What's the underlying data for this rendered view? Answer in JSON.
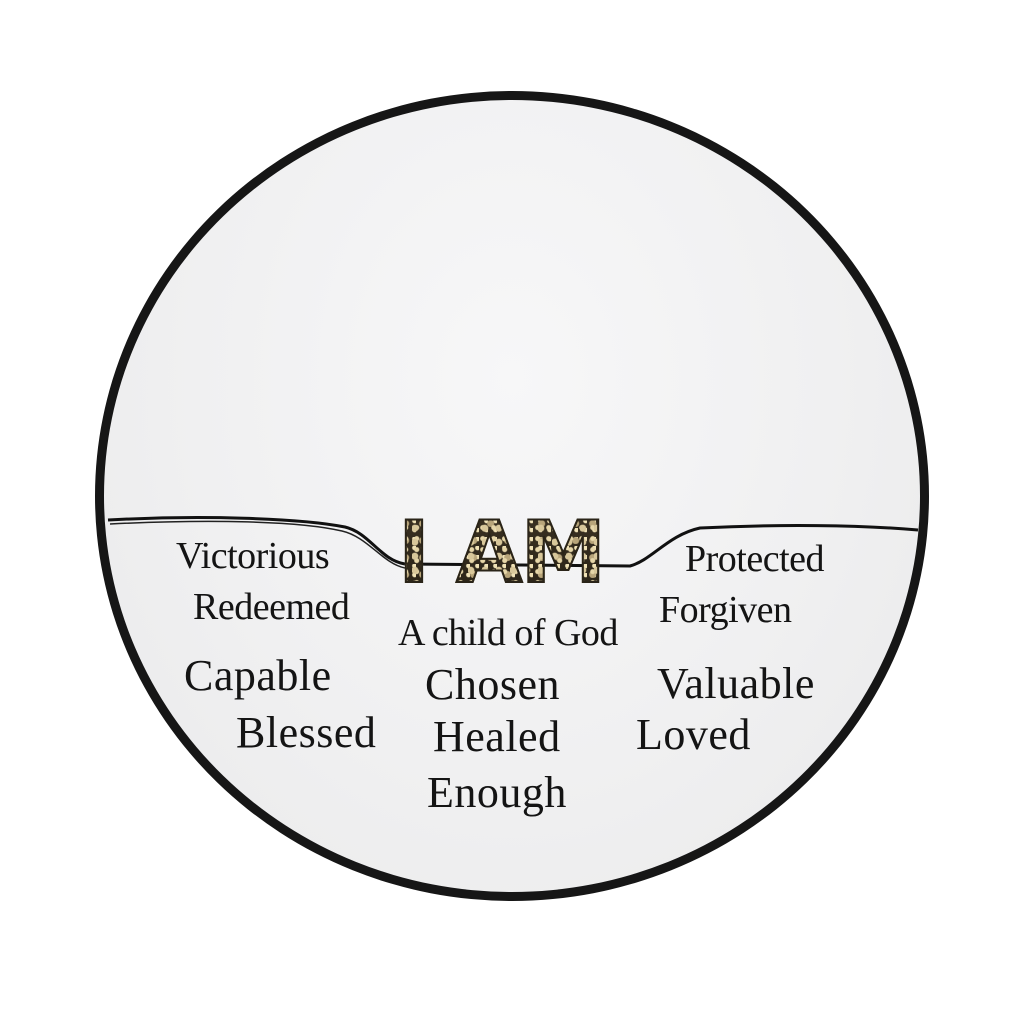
{
  "title": "I AM",
  "words": {
    "victorious": "Victorious",
    "redeemed": "Redeemed",
    "capable": "Capable",
    "blessed": "Blessed",
    "child_of_god": "A child of God",
    "chosen": "Chosen",
    "healed": "Healed",
    "enough": "Enough",
    "protected": "Protected",
    "forgiven": "Forgiven",
    "valuable": "Valuable",
    "loved": "Loved"
  },
  "colors": {
    "frame": "#161616",
    "text": "#141414",
    "title_fill": "#3b3324",
    "glitter": "#d8c79a"
  }
}
